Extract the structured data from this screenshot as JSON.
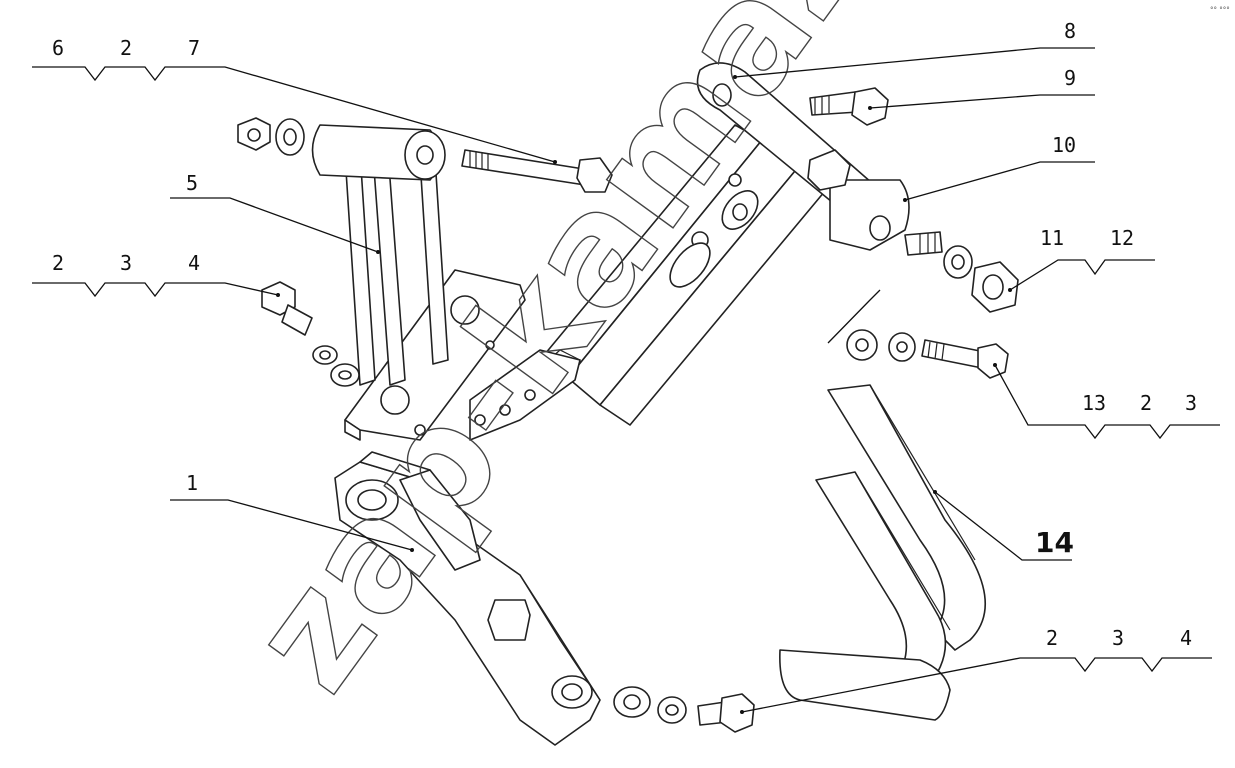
{
  "corner_mark": "°° °°°",
  "watermark": "zap-kamaz.ru",
  "callouts": [
    {
      "id": "c-6-2-7",
      "labels": [
        "6",
        "2",
        "7"
      ]
    },
    {
      "id": "c-5",
      "labels": [
        "5"
      ]
    },
    {
      "id": "c-2-3-4-left",
      "labels": [
        "2",
        "3",
        "4"
      ]
    },
    {
      "id": "c-1",
      "labels": [
        "1"
      ]
    },
    {
      "id": "c-8",
      "labels": [
        "8"
      ]
    },
    {
      "id": "c-9",
      "labels": [
        "9"
      ]
    },
    {
      "id": "c-10",
      "labels": [
        "10"
      ]
    },
    {
      "id": "c-11-12",
      "labels": [
        "11",
        "12"
      ]
    },
    {
      "id": "c-13-2-3",
      "labels": [
        "13",
        "2",
        "3"
      ]
    },
    {
      "id": "c-14",
      "labels": [
        "14"
      ]
    },
    {
      "id": "c-2-3-4-right",
      "labels": [
        "2",
        "3",
        "4"
      ]
    }
  ]
}
